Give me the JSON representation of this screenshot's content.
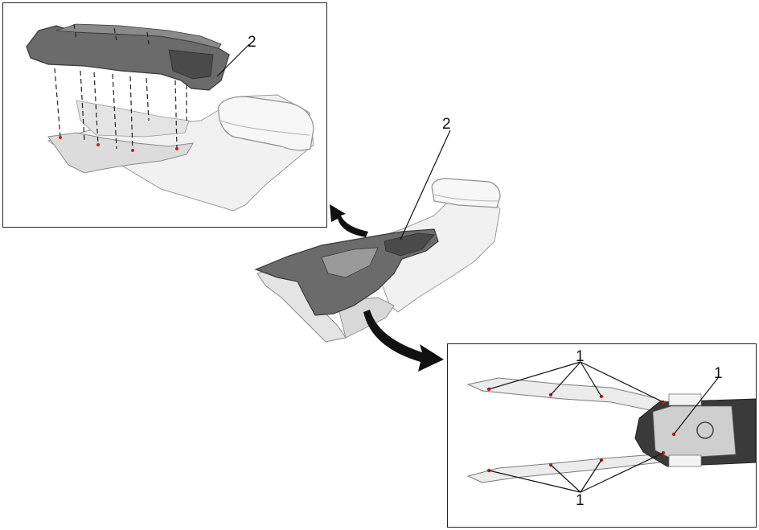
{
  "callouts": {
    "top_panel_part": "2",
    "center_part": "2",
    "bottom_panel_upper": "1",
    "bottom_panel_right": "1",
    "bottom_panel_lower": "1"
  },
  "colors": {
    "trim_panel": "#6b6b6b",
    "trim_panel_dark": "#4a4a4a",
    "console_body": "#f1f1f1",
    "console_edge": "#9a9a9a",
    "bracket": "#dcdcdc",
    "arrow": "#111111",
    "clip_marker": "#d11a1a"
  },
  "icons": [
    "curved-arrow-icon",
    "clip-marker-icon"
  ]
}
